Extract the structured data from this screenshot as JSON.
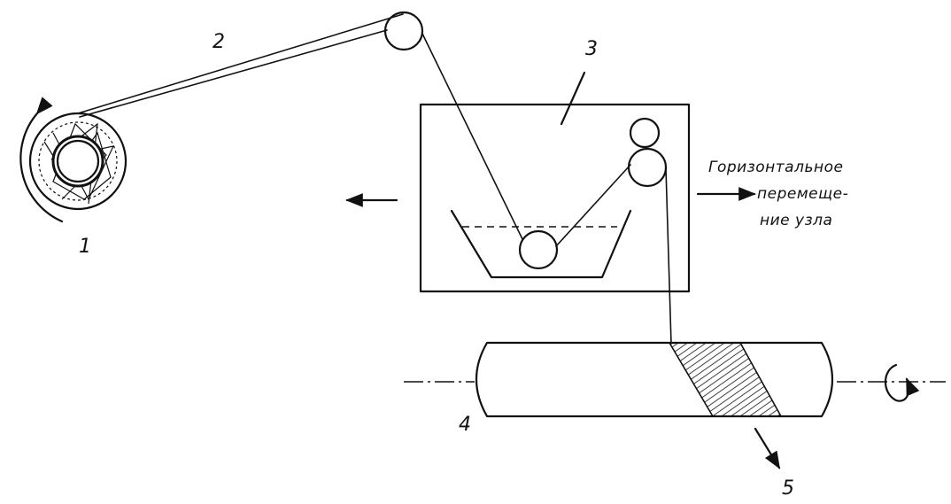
{
  "labels": {
    "l1": "1",
    "l2": "2",
    "l3": "3",
    "l4": "4",
    "l5": "5"
  },
  "caption": {
    "line1": "Горизонтальное",
    "line2": "перемеще-",
    "line3": "ние узла"
  },
  "colors": {
    "ink": "#111111",
    "paper": "#ffffff"
  }
}
